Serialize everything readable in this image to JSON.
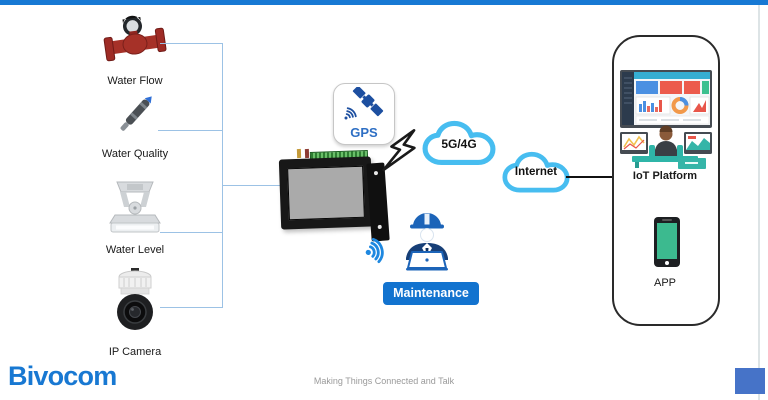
{
  "diagram": {
    "sensors": [
      {
        "label": "Water Flow",
        "icon": "water-flow-meter-icon"
      },
      {
        "label": "Water Quality",
        "icon": "water-quality-probe-icon"
      },
      {
        "label": "Water Level",
        "icon": "water-level-sensor-icon"
      },
      {
        "label": "IP Camera",
        "icon": "ip-camera-icon"
      }
    ],
    "gateway": {
      "gps_label": "GPS",
      "device_icon": "touchscreen-gateway-icon"
    },
    "network": {
      "cellular_label": "5G/4G",
      "internet_label": "Internet"
    },
    "maintenance": {
      "label": "Maintenance",
      "icons": [
        "wifi-signal-icon",
        "engineer-laptop-icon"
      ]
    },
    "platform": {
      "iot_label": "IoT Platform",
      "app_label": "APP",
      "icons": [
        "dashboard-operator-icon",
        "smartphone-icon"
      ]
    }
  },
  "footer": {
    "logo_text": "Bivocom",
    "tagline": "Making Things Connected and Talk"
  },
  "colors": {
    "top_bar": "#1779d4",
    "connector_line": "#9cc2e5",
    "cloud_stroke": "#47bdf0",
    "maintenance_button": "#1273cf",
    "logo_blue": "#1878d2",
    "accent_square": "#4673c8",
    "phone_screen": "#3cba8f"
  }
}
